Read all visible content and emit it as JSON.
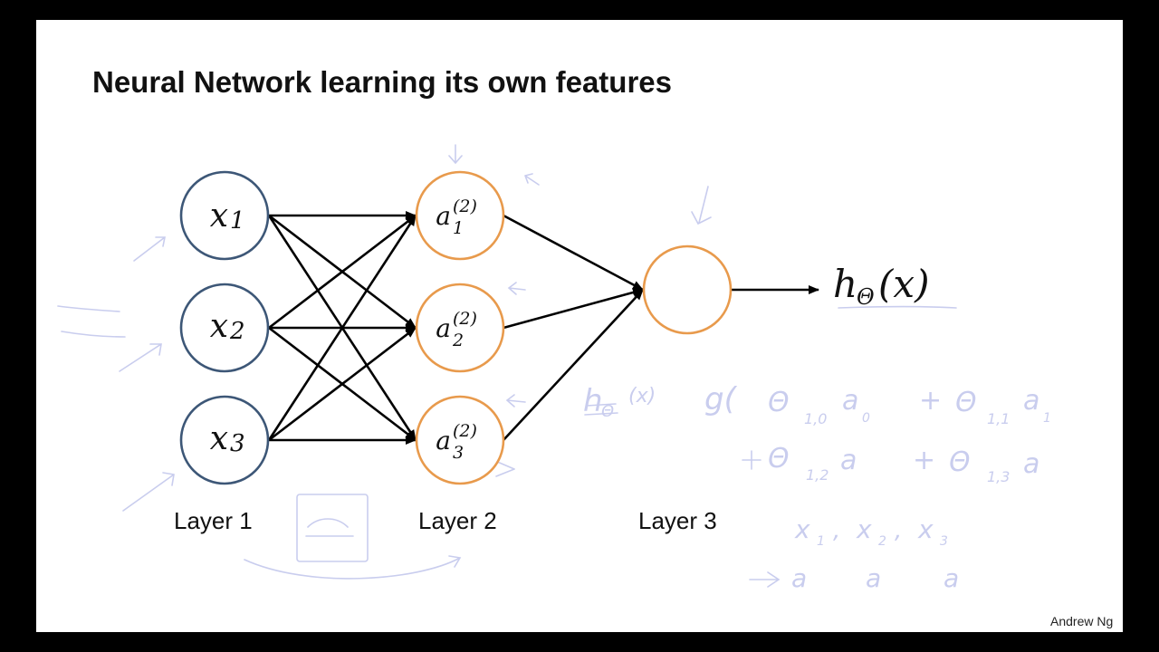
{
  "slide": {
    "title": "Neural Network learning its own features",
    "credit": "Andrew Ng"
  },
  "layers": [
    {
      "label": "Layer 1",
      "nodes": [
        {
          "var": "x",
          "sub": "1",
          "sup": ""
        },
        {
          "var": "x",
          "sub": "2",
          "sup": ""
        },
        {
          "var": "x",
          "sub": "3",
          "sup": ""
        }
      ]
    },
    {
      "label": "Layer 2",
      "nodes": [
        {
          "var": "a",
          "sub": "1",
          "sup": "(2)"
        },
        {
          "var": "a",
          "sub": "2",
          "sup": "(2)"
        },
        {
          "var": "a",
          "sub": "3",
          "sup": "(2)"
        }
      ]
    },
    {
      "label": "Layer 3",
      "nodes": [
        {
          "var": "",
          "sub": "",
          "sup": ""
        }
      ]
    }
  ],
  "output": {
    "label": "h",
    "sub": "Θ",
    "arg": "(x)"
  },
  "colors": {
    "input_node": "#3d5777",
    "hidden_node": "#e89a4c",
    "edge": "#000000",
    "pen_annotation": "#c9cdee"
  }
}
